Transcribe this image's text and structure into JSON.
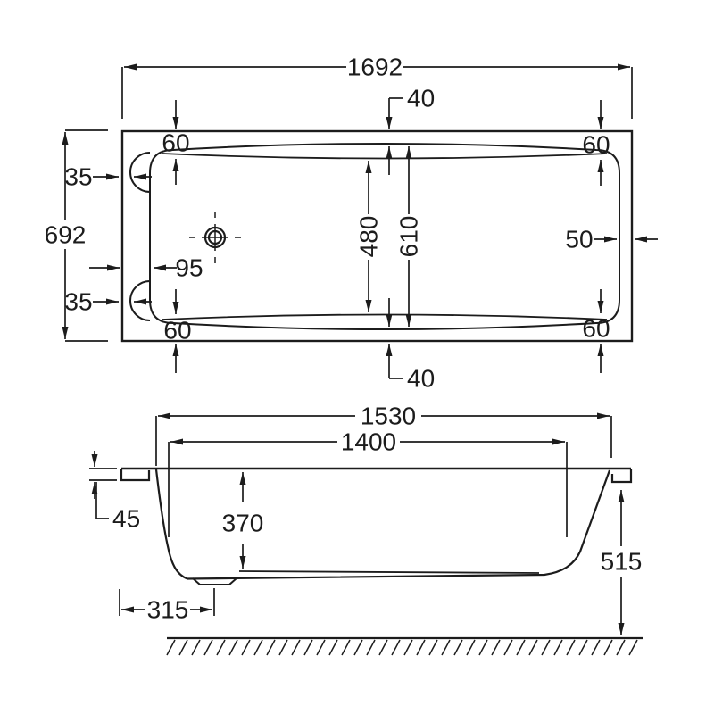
{
  "meta": {
    "type": "technical-drawing",
    "subject": "Bathtub dimension diagram: plan view (top) and side elevation (bottom)",
    "units": "mm",
    "line_color": "#1c1c1c",
    "background_color": "#ffffff"
  },
  "plan_view": {
    "overall_length": "1692",
    "overall_width": "692",
    "rim_inset_top": "40",
    "rim_inset_bottom": "40",
    "corner_inset_top_left": "60",
    "corner_inset_top_right": "60",
    "corner_inset_bottom_left": "60",
    "corner_inset_bottom_right": "60",
    "recess_inset_top": "35",
    "recess_inset_bottom": "35",
    "wall_left": "95",
    "wall_right": "50",
    "inner_width": "480",
    "outer_basin_width": "610"
  },
  "side_view": {
    "rim_length": "1530",
    "inner_length": "1400",
    "rim_lip_height": "45",
    "inner_depth": "370",
    "waste_offset": "315",
    "overall_height": "515"
  }
}
